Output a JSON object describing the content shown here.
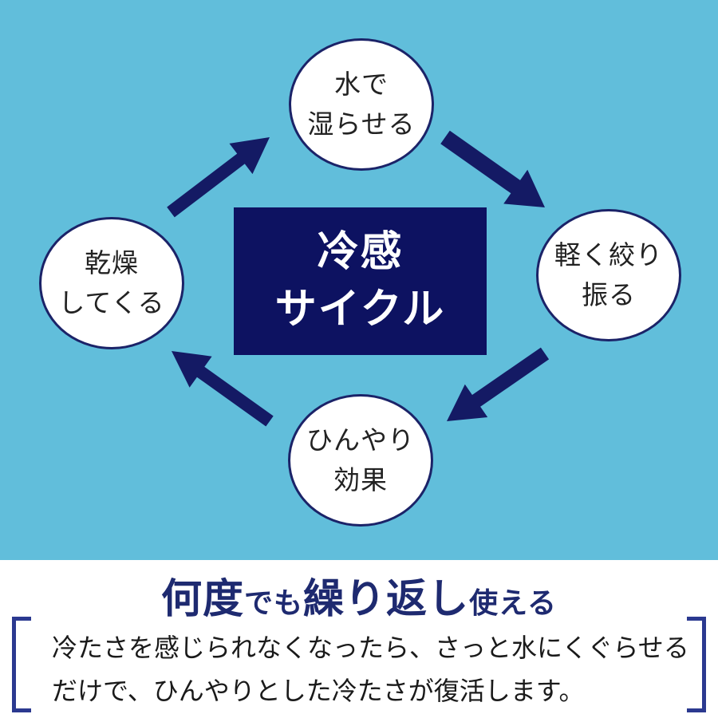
{
  "colors": {
    "background_blue": "#61bedb",
    "navy": "#141a64",
    "center_box_navy": "#0d1261",
    "circle_border_navy": "#1b2368",
    "heading_navy": "#1e2a70",
    "bracket_blue": "#2b3990",
    "body_text": "#1a1a1a",
    "circle_fill": "#ffffff"
  },
  "cycle": {
    "center": {
      "line1": "冷感",
      "line2": "サイクル"
    },
    "steps": [
      {
        "position": "top",
        "line1": "水で",
        "line2": "湿らせる"
      },
      {
        "position": "right",
        "line1": "軽く絞り",
        "line2": "振る"
      },
      {
        "position": "bottom",
        "line1": "ひんやり",
        "line2": "効果"
      },
      {
        "position": "left",
        "line1": "乾燥",
        "line2": "してくる"
      }
    ],
    "arrows": [
      {
        "name": "arrow-left-to-top",
        "direction": "up-right"
      },
      {
        "name": "arrow-top-to-right",
        "direction": "down-right"
      },
      {
        "name": "arrow-right-to-bottom",
        "direction": "down-left"
      },
      {
        "name": "arrow-bottom-to-left",
        "direction": "up-left"
      }
    ]
  },
  "footer": {
    "heading": {
      "segments": [
        {
          "text": "何度",
          "emphasis": true
        },
        {
          "text": "でも",
          "emphasis": false
        },
        {
          "text": "繰り返し",
          "emphasis": true
        },
        {
          "text": "使える",
          "emphasis": false
        }
      ]
    },
    "note_line1": "冷たさを感じられなくなったら、さっと水にくぐらせる",
    "note_line2": "だけで、ひんやりとした冷たさが復活します。"
  }
}
